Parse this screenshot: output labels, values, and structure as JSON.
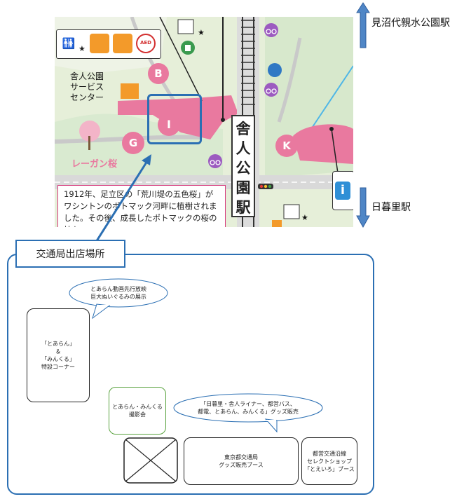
{
  "directions": {
    "north_label": "見沼代親水公園駅",
    "south_label": "日暮里駅"
  },
  "map": {
    "service_center": "舎人公園\nサービス\nセンター",
    "sakura_name": "レーガン桜",
    "station_name": "舎\n人\n公\n園\n駅",
    "markers": {
      "b": "B",
      "i": "I",
      "g": "G",
      "k": "K",
      "info": "i",
      "aed": "AED"
    },
    "info_text": "1912年、足立区の「荒川堤の五色桜」がワシントンのポトマック河畔に植樹されました。その後、成長したポトマックの桜の枝か"
  },
  "venue": {
    "title": "交通局出店場所",
    "bubble_top": "とあらん動画先行放映\n巨大ぬいぐるみの展示",
    "booth_corner": "「とあらん」\n＆\n「みんくる」\n特設コーナー",
    "photo_session": "とあらん・みんくる\n撮影会",
    "bubble_goods": "「日暮里・舎人ライナー、都営バス、\n都電、とあらん、みんくる」グッズ販売",
    "goods_booth": "東京都交通局\nグッズ販売ブース",
    "select_shop": "都営交通沿線\nセレクトショップ\n「とえいろ」ブース"
  },
  "colors": {
    "accent_blue": "#2b6fb3",
    "pink": "#e9799f",
    "green_box": "#5aa33f"
  }
}
